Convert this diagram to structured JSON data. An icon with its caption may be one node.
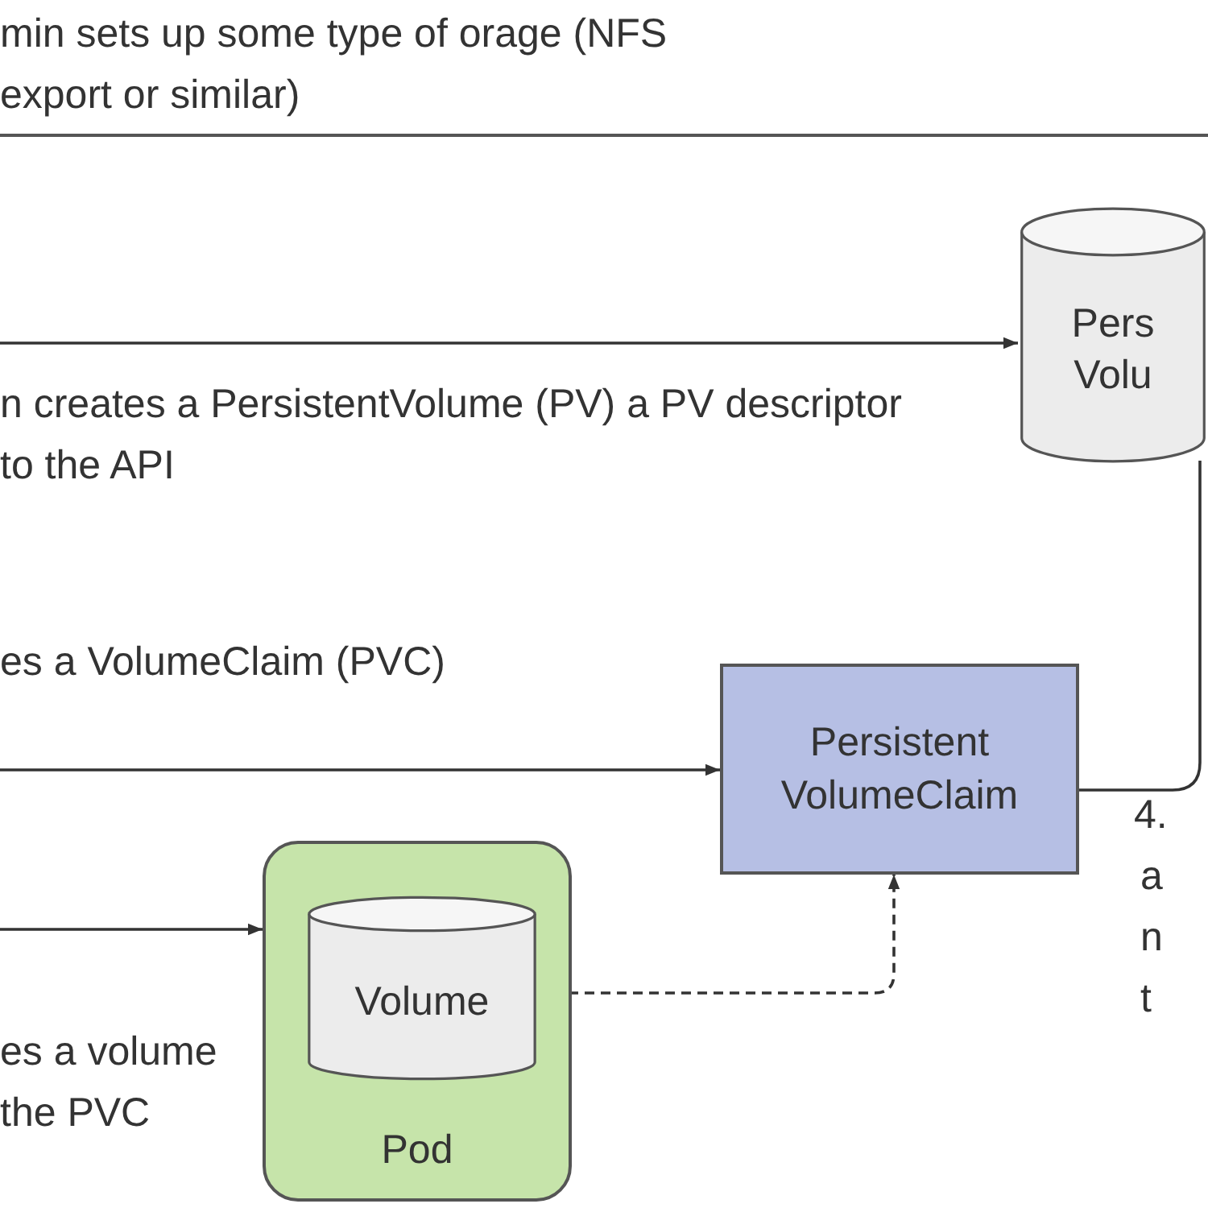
{
  "diagram": {
    "nodes": [
      {
        "text": [
          "Pers Volu"
        ]
      },
      {
        "text": [
          "Persistent VolumeClaim"
        ]
      },
      {
        "text": [
          "Pod"
        ]
      },
      {
        "text": [
          "Volume"
        ],
        "in": 2
      }
    ],
    "edges": [
      {
        "from": null,
        "to": 0,
        "arrow": "to"
      },
      {
        "from": null,
        "to": 1,
        "arrow": "to"
      },
      {
        "from": null,
        "to": 2,
        "arrow": "to"
      },
      {
        "from": 3,
        "to": 1,
        "arrow": "to",
        "style": "dashed"
      },
      {
        "from": 1,
        "to": 0,
        "arrow": "none"
      }
    ],
    "labels": [
      "min sets up some type of orage (NFS export or similar)",
      "n creates a PersistentVolume (PV) a PV descriptor to the API",
      "es a VolumeClaim (PVC)",
      "4.",
      "a",
      "n",
      "t",
      "es a volume the PVC"
    ]
  }
}
